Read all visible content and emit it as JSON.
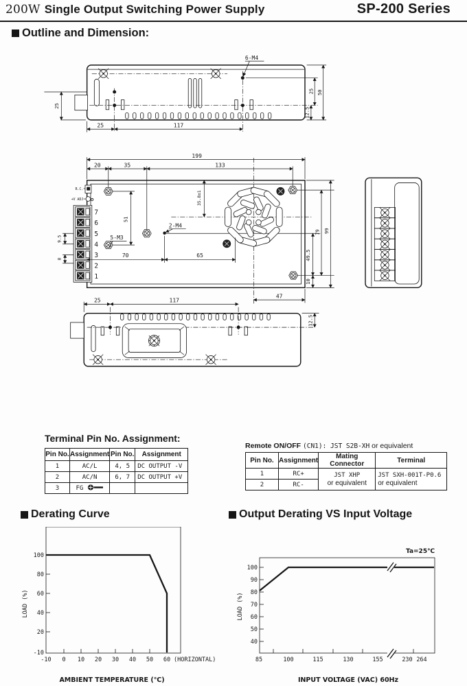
{
  "header": {
    "wattage": "200W",
    "title": "Single Output Switching Power Supply",
    "series": "SP-200 Series"
  },
  "sections": {
    "outline": "Outline and Dimension:",
    "derating": "Derating Curve",
    "output_derating": "Output Derating VS Input Voltage"
  },
  "outline": {
    "top_view": {
      "m4": "6-M4",
      "left_25": "25",
      "bottom_25": "25",
      "bottom_117": "117",
      "r12_5": "12.5",
      "r25": "25",
      "r50": "50"
    },
    "front_view": {
      "d199": "199",
      "d20": "20",
      "d35": "35",
      "d133": "133",
      "d51": "51",
      "m3": "5-M3",
      "m4": "2-M4",
      "fan_pos": "35.8±1",
      "d70": "70",
      "d65": "65",
      "d9_5": "9.5",
      "d8": "8",
      "d79": "79",
      "d99": "99",
      "d49_5": "49.5",
      "d10": "10",
      "d47": "47",
      "rc": "R.C.",
      "v_adj": "+V ADJ",
      "pins": [
        "7",
        "6",
        "5",
        "4",
        "3",
        "2",
        "1"
      ]
    },
    "bottom_view": {
      "d25": "25",
      "d117": "117",
      "d12_5": "12.5"
    }
  },
  "pin_table": {
    "title": "Terminal Pin No. Assignment:",
    "headers": [
      "Pin No.",
      "Assignment",
      "Pin No.",
      "Assignment"
    ],
    "rows": [
      [
        "1",
        "AC/L",
        "4, 5",
        "DC OUTPUT -V"
      ],
      [
        "2",
        "AC/N",
        "6, 7",
        "DC OUTPUT +V"
      ],
      [
        "3",
        "FG",
        "",
        ""
      ]
    ]
  },
  "remote_table": {
    "title_left": "Remote ON/OFF",
    "title_mid": "(CN1): JST S2B-XH",
    "title_right": "or equivalent",
    "headers": [
      "Pin No.",
      "Assignment",
      "Mating Connector",
      "Terminal"
    ],
    "rows": [
      [
        "1",
        "RC+"
      ],
      [
        "2",
        "RC-"
      ]
    ],
    "mating": [
      "JST XHP",
      "or equivalent"
    ],
    "terminal": [
      "JST SXH-001T-P0.6",
      "or equivalent"
    ]
  },
  "chart_data": [
    {
      "type": "line",
      "title": "Derating Curve",
      "xlabel": "AMBIENT TEMPERATURE (℃)",
      "ylabel": "LOAD (%)",
      "x_tick_labels": [
        "-10",
        "0",
        "10",
        "20",
        "30",
        "40",
        "50",
        "60"
      ],
      "x_suffix": "(HORIZONTAL)",
      "y_tick_labels": [
        "100",
        "80",
        "60",
        "40",
        "20",
        "-10"
      ],
      "points": [
        {
          "x": -10,
          "y": 100
        },
        {
          "x": 50,
          "y": 100
        },
        {
          "x": 60,
          "y": 60
        },
        {
          "x": 60,
          "y": 0
        }
      ],
      "xlim": [
        -10,
        70
      ],
      "ylim": [
        0,
        120
      ],
      "grid": false,
      "legend": false
    },
    {
      "type": "line",
      "title": "Output Derating VS Input Voltage",
      "xlabel": "INPUT VOLTAGE (VAC) 60Hz",
      "ylabel": "LOAD (%)",
      "annotation": "Ta=25℃",
      "x_tick_labels": [
        "85",
        "100",
        "115",
        "130",
        "155",
        "230",
        "264"
      ],
      "y_tick_labels": [
        "100",
        "90",
        "80",
        "70",
        "60",
        "50",
        "40"
      ],
      "points": [
        {
          "x": 85,
          "y": 80
        },
        {
          "x": 100,
          "y": 100
        },
        {
          "x": 264,
          "y": 100
        }
      ],
      "axis_break_between": [
        155,
        230
      ],
      "xlim": [
        85,
        270
      ],
      "ylim": [
        35,
        105
      ],
      "grid": false,
      "legend": false
    }
  ]
}
